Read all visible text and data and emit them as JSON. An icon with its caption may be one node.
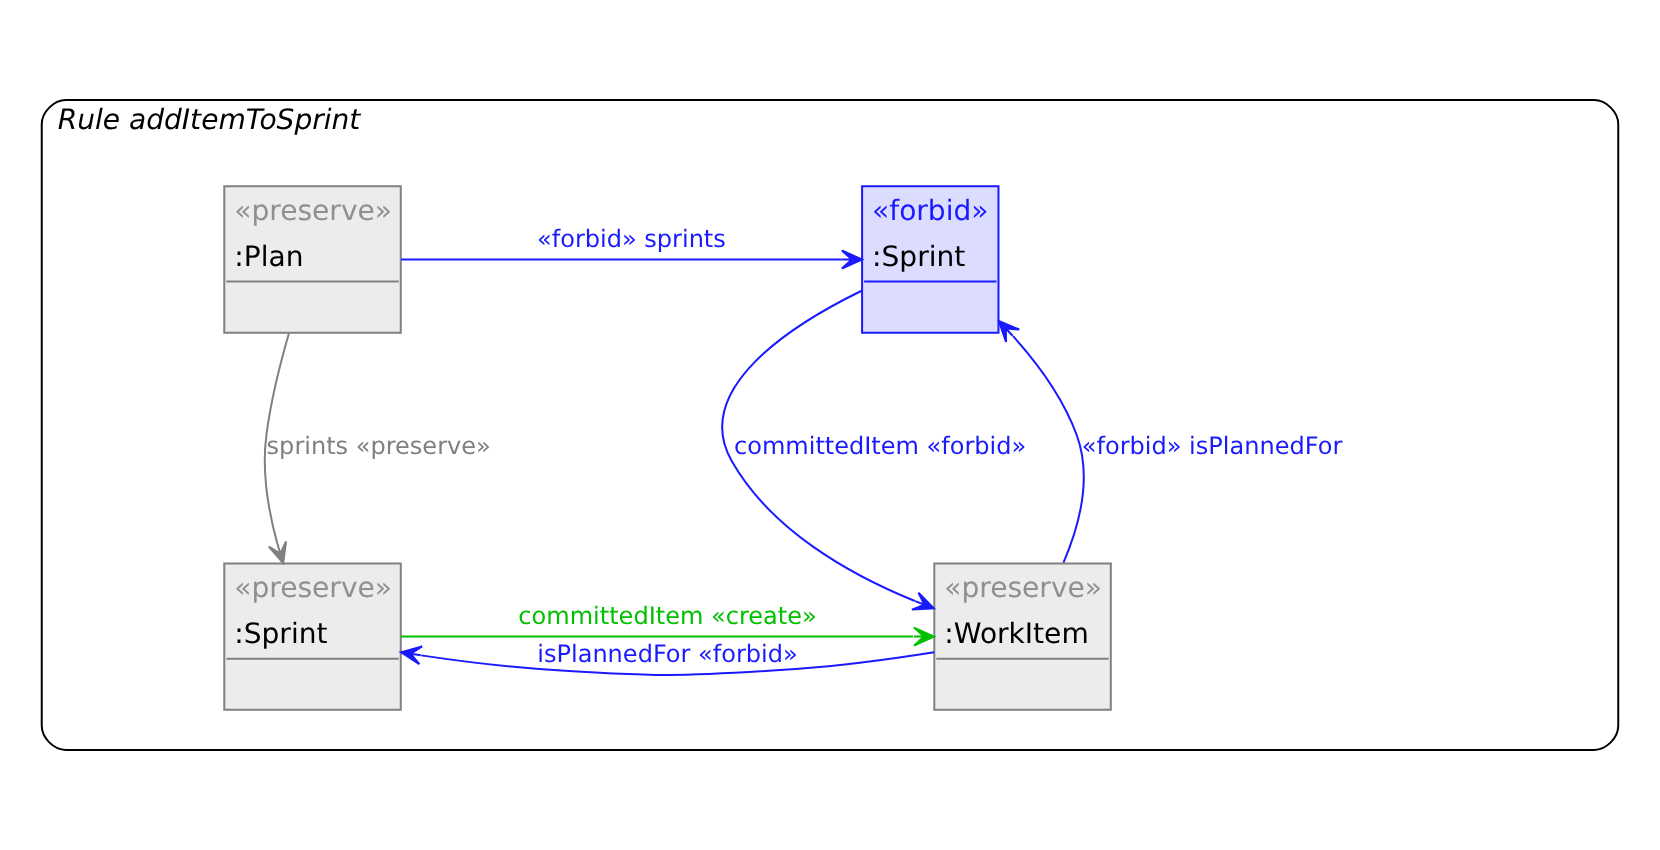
{
  "diagram": {
    "nodes": [
      {
        "text": [
          "Rule addItemToSprint"
        ]
      },
      {
        "text": [
          "«forbid»",
          ":Sprint"
        ],
        "in": 0
      },
      {
        "text": [
          "«preserve»",
          ":Plan"
        ],
        "in": 0
      },
      {
        "text": [
          "«preserve»",
          ":WorkItem"
        ],
        "in": 0
      },
      {
        "text": [
          "«preserve»",
          ":Sprint"
        ],
        "in": 0
      }
    ],
    "edges": [
      {
        "from": 2,
        "to": 1,
        "arrow": "to",
        "label": "«forbid» sprints"
      },
      {
        "from": 2,
        "to": 4,
        "arrow": "to",
        "label": "sprints «preserve»",
        "color": "#808080"
      },
      {
        "from": 1,
        "to": 3,
        "arrow": "to",
        "label": "committedItem «forbid»"
      },
      {
        "from": 3,
        "to": 1,
        "arrow": "to",
        "label": "«forbid» isPlannedFor"
      },
      {
        "from": 3,
        "to": 4,
        "arrow": "to",
        "label": "isPlannedFor «forbid»"
      },
      {
        "from": 4,
        "to": 3,
        "arrow": "to",
        "label": "committedItem «create»",
        "color": "#00c000"
      }
    ]
  }
}
